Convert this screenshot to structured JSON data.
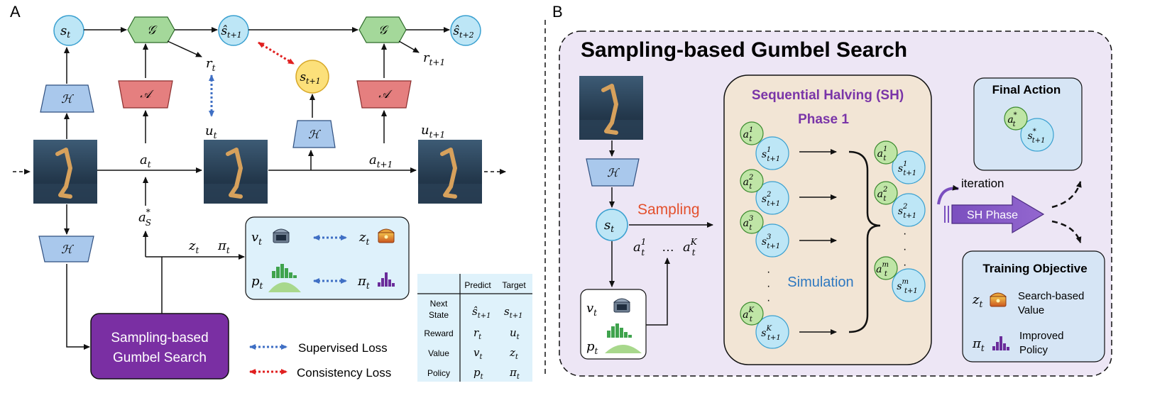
{
  "panel_a": {
    "label": "A",
    "nodes": {
      "s_t": "s",
      "s_t_sub": "t",
      "s_hat_t1": "ŝ",
      "s_hat_t1_sub": "t+1",
      "s_hat_t2": "ŝ",
      "s_hat_t2_sub": "t+2",
      "s_t1": "s",
      "s_t1_sub": "t+1",
      "g": "𝒢",
      "h": "ℋ",
      "a": "𝒜"
    },
    "vars": {
      "r_t": "r",
      "r_t_sub": "t",
      "r_t1": "r",
      "r_t1_sub": "t+1",
      "u_t": "u",
      "u_t_sub": "t",
      "u_t1": "u",
      "u_t1_sub": "t+1",
      "a_t": "a",
      "a_t_sub": "t",
      "a_t1": "a",
      "a_t1_sub": "t+1",
      "a_s_star": "a",
      "a_s_star_sub": "S",
      "a_s_star_sup": "*",
      "z_t": "z",
      "z_t_sub": "t",
      "pi_t": "π",
      "pi_t_sub": "t"
    },
    "box": {
      "v": "v",
      "v_sub": "t",
      "z": "z",
      "z_sub": "t",
      "p": "p",
      "p_sub": "t",
      "pi": "π",
      "pi_sub": "t"
    },
    "search_box": [
      "Sampling-based",
      "Gumbel Search"
    ],
    "legend": {
      "supervised": "Supervised Loss",
      "consistency": "Consistency Loss"
    },
    "table": {
      "headers": [
        "",
        "Predict",
        "Target"
      ],
      "rows": [
        {
          "label": [
            "Next",
            "State"
          ],
          "predict": "ŝ",
          "predict_sub": "t+1",
          "target": "s",
          "target_sub": "t+1"
        },
        {
          "label": [
            "Reward"
          ],
          "predict": "r",
          "predict_sub": "t",
          "target": "u",
          "target_sub": "t"
        },
        {
          "label": [
            "Value"
          ],
          "predict": "v",
          "predict_sub": "t",
          "target": "z",
          "target_sub": "t"
        },
        {
          "label": [
            "Policy"
          ],
          "predict": "p",
          "predict_sub": "t",
          "target": "π",
          "target_sub": "t"
        }
      ]
    }
  },
  "panel_b": {
    "label": "B",
    "title": "Sampling-based Gumbel Search",
    "sampling": "Sampling",
    "s_t": "s",
    "s_t_sub": "t",
    "h": "ℋ",
    "box": {
      "v": "v",
      "v_sub": "t",
      "p": "p",
      "p_sub": "t"
    },
    "actions": {
      "a1": "a",
      "a1_sub": "t",
      "a1_sup": "1",
      "dots": "…",
      "aK": "a",
      "aK_sub": "t",
      "aK_sup": "K"
    },
    "sh": {
      "title": "Sequential Halving (SH)",
      "phase": "Phase 1",
      "simulation": "Simulation",
      "left": [
        {
          "a_sup": "1",
          "s_sup": "1"
        },
        {
          "a_sup": "2",
          "s_sup": "2"
        },
        {
          "a_sup": "3",
          "s_sup": "3"
        },
        {
          "a_sup": "K",
          "s_sup": "K"
        }
      ],
      "right": [
        {
          "a_sup": "1",
          "s_sup": "1"
        },
        {
          "a_sup": "2",
          "s_sup": "2"
        },
        {
          "a_sup": "m",
          "s_sup": "m"
        }
      ],
      "a": "a",
      "a_sub": "t",
      "s": "s",
      "s_sub": "t+1",
      "dot": "·"
    },
    "iteration": "iteration",
    "sh_phase": "SH Phase",
    "final_action": {
      "title": "Final Action",
      "a": "a",
      "a_sub": "t",
      "a_sup": "*",
      "s": "s",
      "s_sub": "t+1",
      "s_sup": "*"
    },
    "training": {
      "title": "Training Objective",
      "z": "z",
      "z_sub": "t",
      "z_label": [
        "Search-based",
        "Value"
      ],
      "pi": "π",
      "pi_sub": "t",
      "pi_label": [
        "Improved",
        "Policy"
      ]
    }
  }
}
